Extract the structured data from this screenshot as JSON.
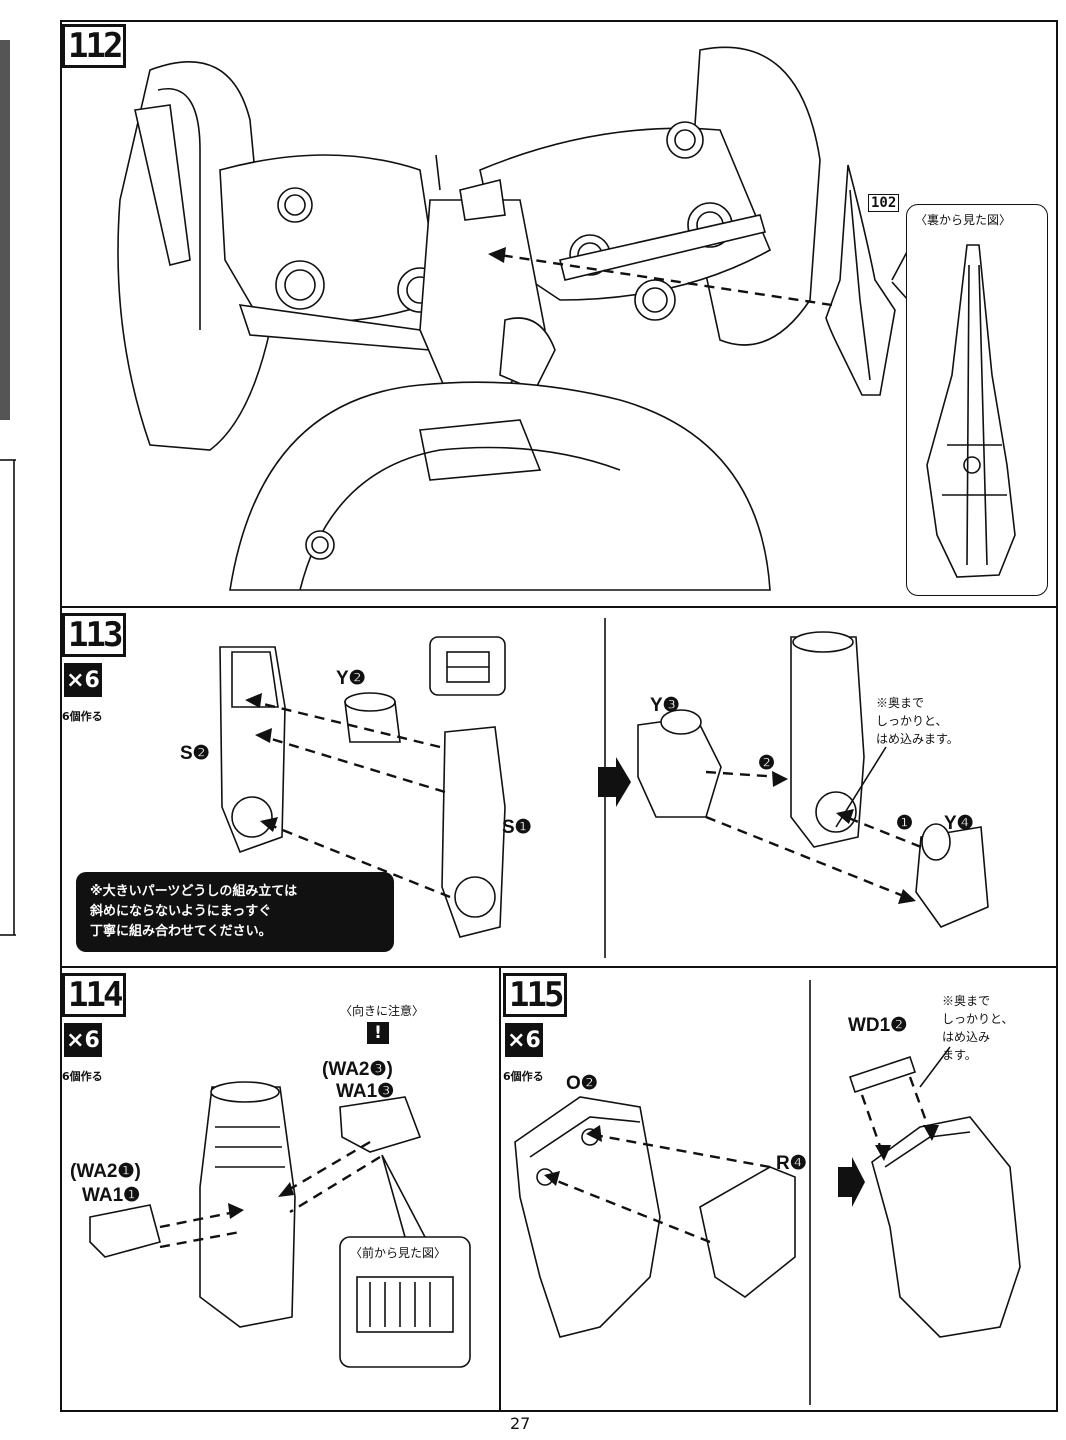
{
  "steps": {
    "s112": {
      "number": "112",
      "ref": "102",
      "view_label": "〈裏から見た図〉"
    },
    "s113": {
      "number": "113",
      "multiplier": "×6",
      "make_count": "6個作る",
      "parts": {
        "y2": "Y❷",
        "s2": "S❷",
        "s1": "S❶",
        "y3": "Y❸",
        "y4": "Y❹"
      },
      "order": {
        "first": "❶",
        "second": "❷"
      },
      "note": "※奥まで\nしっかりと、\nはめ込みます。",
      "notice": "※大きいパーツどうしの組み立ては\n斜めにならないようにまっすぐ\n丁寧に組み合わせてください。"
    },
    "s114": {
      "number": "114",
      "multiplier": "×6",
      "make_count": "6個作る",
      "orientation_note": "〈向きに注意〉",
      "warning_icon": "exclamation-icon",
      "parts": {
        "wa2_3": "(WA2❸)",
        "wa1_3": "WA1❸",
        "wa2_1": "(WA2❶)",
        "wa1_1": "WA1❶"
      },
      "view_label": "〈前から見た図〉"
    },
    "s115": {
      "number": "115",
      "multiplier": "×6",
      "make_count": "6個作る",
      "parts": {
        "o2": "O❷",
        "r4": "R❹",
        "wd12": "WD1❷"
      },
      "note": "※奥まで\nしっかりと、\nはめ込み\nます。"
    }
  },
  "page_number": "27"
}
